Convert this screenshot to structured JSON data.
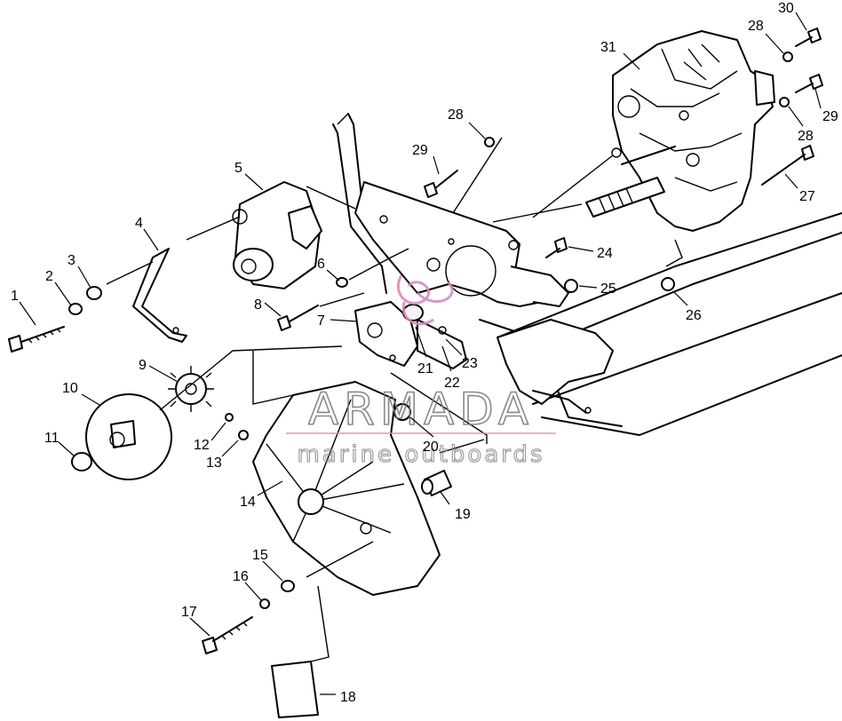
{
  "watermark": {
    "brand": "ARMADA",
    "tagline": "marine outboards"
  },
  "callouts": [
    "1",
    "2",
    "3",
    "4",
    "5",
    "6",
    "7",
    "8",
    "9",
    "10",
    "11",
    "12",
    "13",
    "14",
    "15",
    "16",
    "17",
    "18",
    "19",
    "20",
    "21",
    "22",
    "23",
    "24",
    "25",
    "26",
    "27",
    "28",
    "28",
    "28",
    "29",
    "29",
    "30",
    "31"
  ]
}
